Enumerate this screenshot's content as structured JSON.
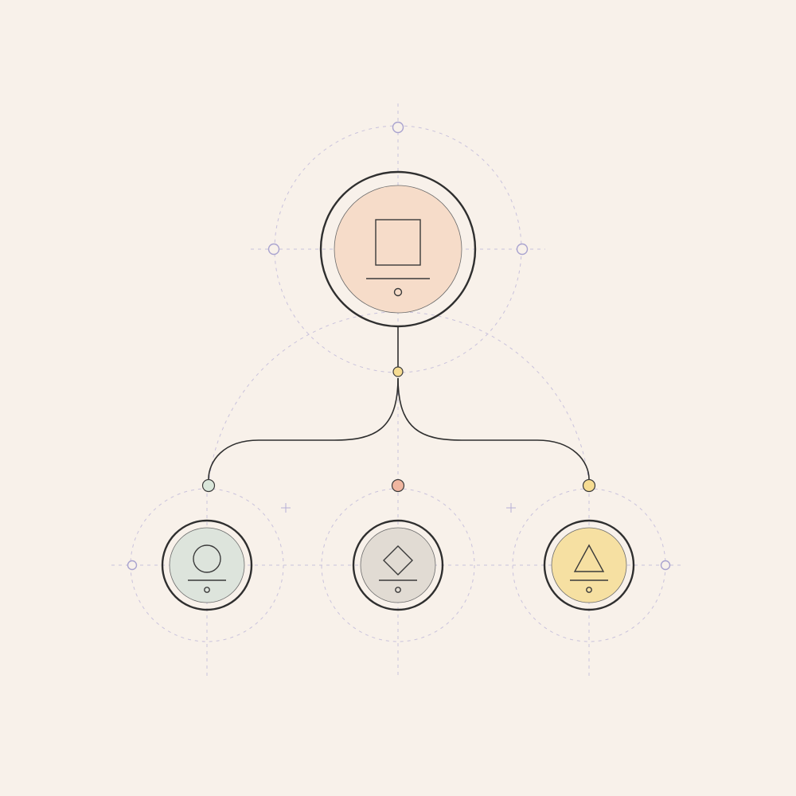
{
  "diagram": {
    "type": "hierarchy",
    "root": {
      "shape": "square",
      "fill": "#f6dcc9"
    },
    "children": [
      {
        "shape": "circle",
        "fill": "#dde4dc",
        "connector": "#d9e6da"
      },
      {
        "shape": "diamond",
        "fill": "#e1dbd3",
        "connector": "#f0b6a0"
      },
      {
        "shape": "triangle",
        "fill": "#f6e0a2",
        "connector": "#f6dc92"
      }
    ],
    "junction_color": "#f6dc92",
    "background": "#f8f1ea",
    "guide_color": "#c9c2dc",
    "ink_color": "#2f2f2f"
  }
}
